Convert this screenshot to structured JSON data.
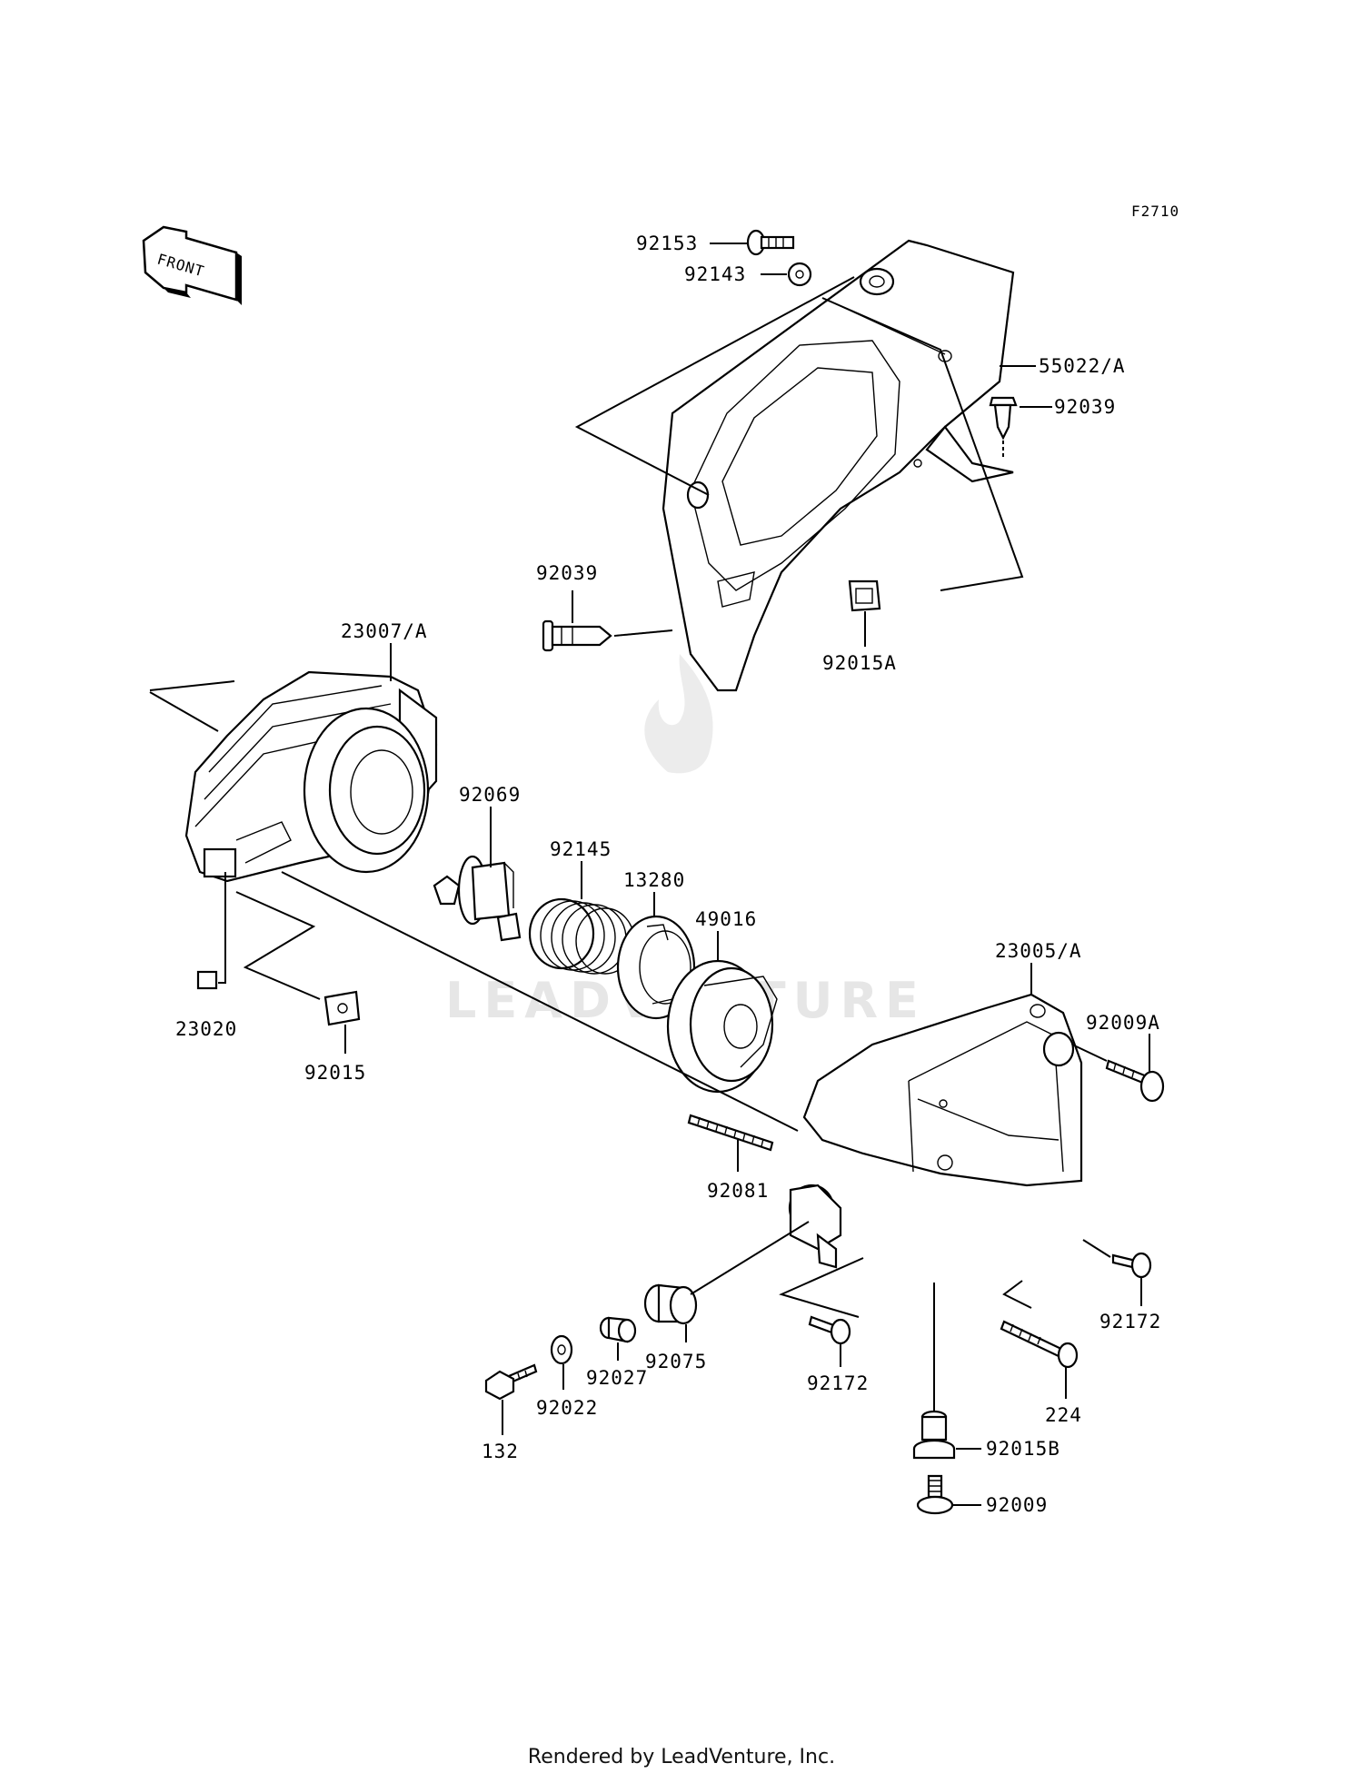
{
  "diagram_code": "F2710",
  "front_arrow_label": "FRONT",
  "watermark": "LEADVENTURE",
  "footer": "Rendered by LeadVenture, Inc.",
  "callouts": [
    "92153",
    "92143",
    "55022/A",
    "92039",
    "92039",
    "92015A",
    "23007/A",
    "92069",
    "92145",
    "13280",
    "49016",
    "23020",
    "92015",
    "23005/A",
    "92009A",
    "92081",
    "92172",
    "92172",
    "224",
    "92075",
    "92027",
    "92022",
    "132",
    "92015B",
    "92009"
  ]
}
